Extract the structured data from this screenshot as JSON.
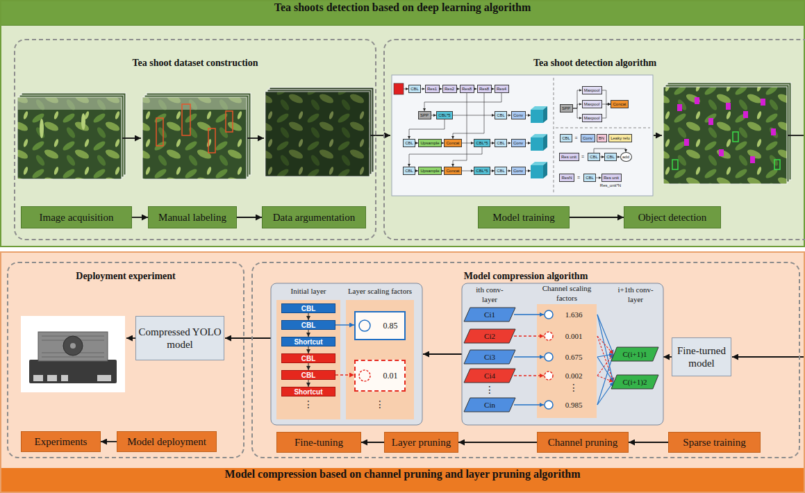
{
  "diagram": {
    "nodes": [
      {
        "text": [
          "Tea shoots detection based on deep learning algorithm"
        ]
      },
      {
        "text": [
          "Tea shoot dataset construction"
        ],
        "in": 0
      },
      {
        "text": [
          "Image acquisition"
        ],
        "in": 1
      },
      {
        "text": [
          "Manual labeling"
        ],
        "in": 1
      },
      {
        "text": [
          "Data argumentation"
        ],
        "in": 1
      },
      {
        "text": [
          "Tea shoot detection algorithm"
        ],
        "in": 0
      },
      {
        "text": [
          "CBL"
        ],
        "in": 5
      },
      {
        "text": [
          "Res1"
        ],
        "in": 5
      },
      {
        "text": [
          "Res2"
        ],
        "in": 5
      },
      {
        "text": [
          "Res8"
        ],
        "in": 5
      },
      {
        "text": [
          "Res8"
        ],
        "in": 5
      },
      {
        "text": [
          "Res4"
        ],
        "in": 5
      },
      {
        "text": [
          "SPP"
        ],
        "in": 5
      },
      {
        "text": [
          "CBL*5"
        ],
        "in": 5
      },
      {
        "text": [
          "CBL"
        ],
        "in": 5
      },
      {
        "text": [
          "Conv"
        ],
        "in": 5
      },
      {
        "text": [
          "CBL"
        ],
        "in": 5
      },
      {
        "text": [
          "Upsample"
        ],
        "in": 5
      },
      {
        "text": [
          "Concat"
        ],
        "in": 5
      },
      {
        "text": [
          "CBL*5"
        ],
        "in": 5
      },
      {
        "text": [
          "CBL"
        ],
        "in": 5
      },
      {
        "text": [
          "Conv"
        ],
        "in": 5
      },
      {
        "text": [
          "CBL"
        ],
        "in": 5
      },
      {
        "text": [
          "Upsample"
        ],
        "in": 5
      },
      {
        "text": [
          "Concat"
        ],
        "in": 5
      },
      {
        "text": [
          "CBL*5"
        ],
        "in": 5
      },
      {
        "text": [
          "CBL"
        ],
        "in": 5
      },
      {
        "text": [
          "Conv"
        ],
        "in": 5
      },
      {
        "text": [
          "SPP"
        ],
        "in": 5
      },
      {
        "text": [
          "Maxpool"
        ],
        "in": 5
      },
      {
        "text": [
          "Maxpool"
        ],
        "in": 5
      },
      {
        "text": [
          "Maxpool"
        ],
        "in": 5
      },
      {
        "text": [
          "Concat"
        ],
        "in": 5
      },
      {
        "text": [
          "CBL"
        ],
        "in": 5
      },
      {
        "text": [
          "Conv"
        ],
        "in": 5
      },
      {
        "text": [
          "BN"
        ],
        "in": 5
      },
      {
        "text": [
          "Leaky relu"
        ],
        "in": 5
      },
      {
        "text": [
          "Res unit"
        ],
        "in": 5
      },
      {
        "text": [
          "CBL"
        ],
        "in": 5
      },
      {
        "text": [
          "CBL"
        ],
        "in": 5
      },
      {
        "text": [
          "add"
        ],
        "in": 5
      },
      {
        "text": [
          "ResN"
        ],
        "in": 5
      },
      {
        "text": [
          "CBL"
        ],
        "in": 5
      },
      {
        "text": [
          "Res unit"
        ],
        "in": 5
      },
      {
        "text": [
          "Model training"
        ],
        "in": 5
      },
      {
        "text": [
          "Object detection"
        ],
        "in": 5
      },
      {
        "text": [
          "Model compression based on channel pruning and layer pruning algorithm"
        ]
      },
      {
        "text": [
          "Deployment experiment"
        ],
        "in": 46
      },
      {
        "text": [
          "Compressed YOLO model"
        ],
        "in": 47
      },
      {
        "text": [
          "Experiments"
        ],
        "in": 47
      },
      {
        "text": [
          "Model deployment"
        ],
        "in": 47
      },
      {
        "text": [
          "Model compression algorithm"
        ],
        "in": 46
      },
      {
        "text": [
          "Initial layer",
          "⋮"
        ],
        "in": 51
      },
      {
        "text": [
          "CBL"
        ],
        "in": 52
      },
      {
        "text": [
          "CBL"
        ],
        "in": 52
      },
      {
        "text": [
          "Shortcut"
        ],
        "in": 52
      },
      {
        "text": [
          "CBL"
        ],
        "in": 52
      },
      {
        "text": [
          "CBL"
        ],
        "in": 52
      },
      {
        "text": [
          "Shortcut"
        ],
        "in": 52
      },
      {
        "text": [
          "Layer scaling factors",
          "⋮"
        ],
        "in": 51
      },
      {
        "text": [
          "0.85"
        ],
        "in": 59
      },
      {
        "text": [
          "0.01"
        ],
        "in": 59
      },
      {
        "text": [
          "Ci1"
        ],
        "in": 51
      },
      {
        "text": [
          "Ci2"
        ],
        "in": 51
      },
      {
        "text": [
          "Ci3"
        ],
        "in": 51
      },
      {
        "text": [
          "Ci4"
        ],
        "in": 51
      },
      {
        "text": [
          "Cin"
        ],
        "in": 51
      },
      {
        "text": [
          "Channel scaling factors",
          "1.636",
          "0.001",
          "0.675",
          "0.002",
          "⋮",
          "0.985"
        ],
        "in": 51
      },
      {
        "text": [
          "C(i+1)1"
        ],
        "in": 51
      },
      {
        "text": [
          "C(i+1)2"
        ],
        "in": 51
      },
      {
        "text": [
          "Fine-turned model"
        ],
        "in": 51
      },
      {
        "text": [
          "Fine-tuning"
        ],
        "in": 51
      },
      {
        "text": [
          "Layer pruning"
        ],
        "in": 51
      },
      {
        "text": [
          "Channel pruning"
        ],
        "in": 51
      },
      {
        "text": [
          "Sparse training"
        ],
        "in": 51
      }
    ],
    "edges": [
      {
        "from": 2,
        "to": 3,
        "arrow": "to"
      },
      {
        "from": 3,
        "to": 4,
        "arrow": "to"
      },
      {
        "from": 6,
        "to": 7,
        "arrow": "to"
      },
      {
        "from": 7,
        "to": 8,
        "arrow": "to"
      },
      {
        "from": 8,
        "to": 9,
        "arrow": "to"
      },
      {
        "from": 9,
        "to": 10,
        "arrow": "to"
      },
      {
        "from": 10,
        "to": 11,
        "arrow": "to"
      },
      {
        "from": 11,
        "to": 12,
        "arrow": "to"
      },
      {
        "from": 12,
        "to": 13,
        "arrow": "to"
      },
      {
        "from": 13,
        "to": 14,
        "arrow": "to"
      },
      {
        "from": 14,
        "to": 15,
        "arrow": "to"
      },
      {
        "from": 13,
        "to": 16,
        "arrow": "to"
      },
      {
        "from": 16,
        "to": 17,
        "arrow": "to"
      },
      {
        "from": 17,
        "to": 18,
        "arrow": "to"
      },
      {
        "from": 18,
        "to": 19,
        "arrow": "to"
      },
      {
        "from": 19,
        "to": 20,
        "arrow": "to"
      },
      {
        "from": 20,
        "to": 21,
        "arrow": "to"
      },
      {
        "from": 10,
        "to": 18,
        "arrow": "to"
      },
      {
        "from": 19,
        "to": 22,
        "arrow": "to"
      },
      {
        "from": 22,
        "to": 23,
        "arrow": "to"
      },
      {
        "from": 23,
        "to": 24,
        "arrow": "to"
      },
      {
        "from": 24,
        "to": 25,
        "arrow": "to"
      },
      {
        "from": 25,
        "to": 26,
        "arrow": "to"
      },
      {
        "from": 26,
        "to": 27,
        "arrow": "to"
      },
      {
        "from": 9,
        "to": 24,
        "arrow": "to"
      },
      {
        "from": 28,
        "to": 29,
        "arrow": "to"
      },
      {
        "from": 28,
        "to": 30,
        "arrow": "to"
      },
      {
        "from": 28,
        "to": 31,
        "arrow": "to"
      },
      {
        "from": 29,
        "to": 32,
        "arrow": "to"
      },
      {
        "from": 30,
        "to": 32,
        "arrow": "to"
      },
      {
        "from": 31,
        "to": 32,
        "arrow": "to"
      },
      {
        "from": 38,
        "to": 39,
        "arrow": "to"
      },
      {
        "from": 39,
        "to": 40,
        "arrow": "to"
      },
      {
        "from": 42,
        "to": 43,
        "arrow": "to"
      },
      {
        "from": 44,
        "to": 45,
        "arrow": "to"
      },
      {
        "from": 53,
        "to": 54,
        "arrow": "to"
      },
      {
        "from": 54,
        "to": 55,
        "arrow": "to"
      },
      {
        "from": 55,
        "to": 56,
        "arrow": "to"
      },
      {
        "from": 56,
        "to": 57,
        "arrow": "to"
      },
      {
        "from": 57,
        "to": 58,
        "arrow": "to"
      },
      {
        "from": 54,
        "to": 60,
        "arrow": "to"
      },
      {
        "from": 57,
        "to": 61,
        "arrow": "to"
      },
      {
        "from": 74,
        "to": 73,
        "arrow": "to"
      },
      {
        "from": 73,
        "to": 72,
        "arrow": "to"
      },
      {
        "from": 72,
        "to": 71,
        "arrow": "to"
      },
      {
        "from": 50,
        "to": 49,
        "arrow": "to"
      },
      {
        "from": 38,
        "to": 40,
        "arrow": "to"
      }
    ],
    "labels": [
      "ith conv-layer",
      "i+1th conv-layer",
      "⋮",
      "=",
      "=",
      "=",
      "Res_unit*N"
    ]
  }
}
